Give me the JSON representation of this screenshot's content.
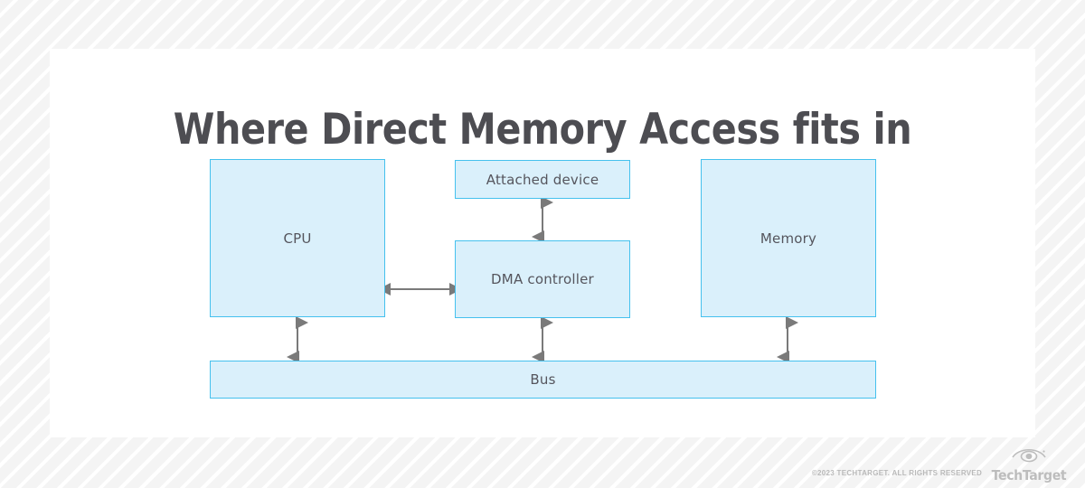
{
  "page": {
    "background_color": "#f4f4f4",
    "stripe_color": "#ffffff",
    "card_color": "#ffffff"
  },
  "title": "Where Direct Memory Access fits in",
  "theme": {
    "node_fill": "#daf0fb",
    "node_border": "#45c1ee",
    "node_text": "#55555d",
    "title_color": "#4d4d52",
    "arrow_color": "#7a7a7a",
    "footer_color": "#bdbdbd"
  },
  "diagram": {
    "type": "block-diagram",
    "nodes": [
      {
        "id": "cpu",
        "label": "CPU"
      },
      {
        "id": "device",
        "label": "Attached device"
      },
      {
        "id": "dma",
        "label": "DMA controller"
      },
      {
        "id": "memory",
        "label": "Memory"
      },
      {
        "id": "bus",
        "label": "Bus"
      }
    ],
    "connectors": [
      {
        "id": "cpu-dma",
        "from": "cpu",
        "to": "dma",
        "orientation": "horizontal",
        "arrowheads": "both"
      },
      {
        "id": "device-dma",
        "from": "device",
        "to": "dma",
        "orientation": "vertical",
        "arrowheads": "both"
      },
      {
        "id": "cpu-bus",
        "from": "cpu",
        "to": "bus",
        "orientation": "vertical",
        "arrowheads": "both"
      },
      {
        "id": "dma-bus",
        "from": "dma",
        "to": "bus",
        "orientation": "vertical",
        "arrowheads": "both"
      },
      {
        "id": "memory-bus",
        "from": "memory",
        "to": "bus",
        "orientation": "vertical",
        "arrowheads": "both"
      }
    ]
  },
  "footer": {
    "copyright": "©2023 TECHTARGET. ALL RIGHTS RESERVED",
    "logo_wordmark": "TechTarget",
    "logo_icon": "eye-icon"
  }
}
